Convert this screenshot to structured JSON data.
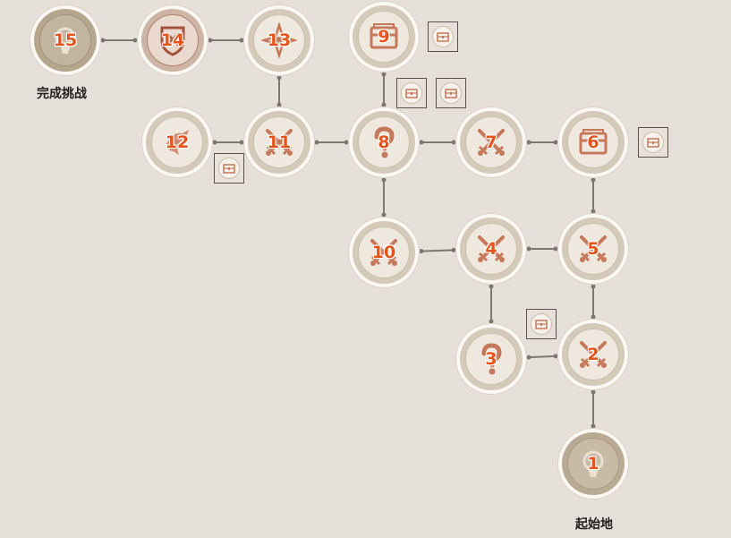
{
  "map": {
    "labels": {
      "finish": "完成挑战",
      "start": "起始地"
    },
    "colors": {
      "background": "#e6e0db",
      "number": "#e5541a",
      "icon": "#c5785a",
      "connector": "#7d7771"
    },
    "nodes": [
      {
        "id": "1",
        "label": "1",
        "icon": "start-marker-icon",
        "kind": "start"
      },
      {
        "id": "2",
        "label": "2",
        "icon": "crossed-swords-icon",
        "kind": "battle"
      },
      {
        "id": "3",
        "label": "3",
        "icon": "question-mark-icon",
        "kind": "event"
      },
      {
        "id": "4",
        "label": "4",
        "icon": "crossed-swords-icon",
        "kind": "battle"
      },
      {
        "id": "5",
        "label": "5",
        "icon": "crossed-swords-icon",
        "kind": "battle"
      },
      {
        "id": "6",
        "label": "6",
        "icon": "treasure-chest-icon",
        "kind": "treasure"
      },
      {
        "id": "7",
        "label": "7",
        "icon": "crossed-swords-icon",
        "kind": "battle"
      },
      {
        "id": "8",
        "label": "8",
        "icon": "question-mark-icon",
        "kind": "event"
      },
      {
        "id": "9",
        "label": "9",
        "icon": "treasure-chest-icon",
        "kind": "treasure"
      },
      {
        "id": "10",
        "label": "10",
        "icon": "crossed-swords-icon",
        "kind": "battle"
      },
      {
        "id": "11",
        "label": "11",
        "icon": "crossed-swords-icon",
        "kind": "battle"
      },
      {
        "id": "12",
        "label": "12",
        "icon": "bird-icon",
        "kind": "special"
      },
      {
        "id": "13",
        "label": "13",
        "icon": "compass-star-icon",
        "kind": "special"
      },
      {
        "id": "14",
        "label": "14",
        "icon": "elite-shield-icon",
        "kind": "elite"
      },
      {
        "id": "15",
        "label": "15",
        "icon": "finish-marker-icon",
        "kind": "finish"
      }
    ],
    "links": [
      [
        "1",
        "2"
      ],
      [
        "2",
        "3"
      ],
      [
        "3",
        "4"
      ],
      [
        "2",
        "5"
      ],
      [
        "4",
        "5"
      ],
      [
        "4",
        "10"
      ],
      [
        "5",
        "6"
      ],
      [
        "6",
        "7"
      ],
      [
        "7",
        "8"
      ],
      [
        "8",
        "9"
      ],
      [
        "8",
        "10"
      ],
      [
        "8",
        "11"
      ],
      [
        "11",
        "12"
      ],
      [
        "11",
        "13"
      ],
      [
        "13",
        "14"
      ],
      [
        "14",
        "15"
      ]
    ],
    "chest_rewards": [
      {
        "id": "chest-near-9",
        "icon": "small-chest-icon"
      },
      {
        "id": "chest-above-8-left",
        "icon": "small-chest-icon"
      },
      {
        "id": "chest-above-8-right",
        "icon": "small-chest-icon"
      },
      {
        "id": "chest-near-6",
        "icon": "small-chest-icon"
      },
      {
        "id": "chest-near-11",
        "icon": "small-chest-icon"
      },
      {
        "id": "chest-near-2",
        "icon": "small-chest-icon"
      }
    ]
  }
}
